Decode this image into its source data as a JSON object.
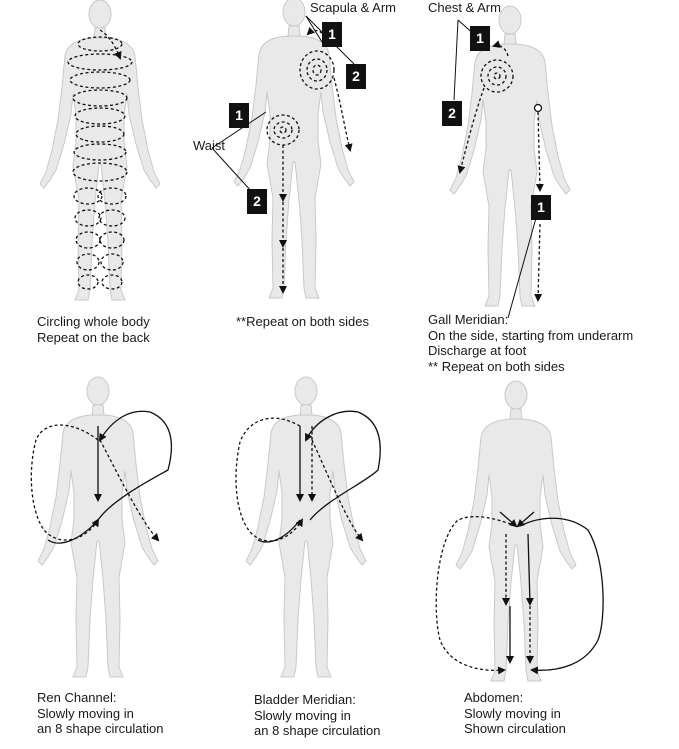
{
  "panels": [
    {
      "id": "whole-body",
      "caption": "Circling whole body\nRepeat on the back"
    },
    {
      "id": "back-scapula-waist",
      "caption": "**Repeat on both sides",
      "labels": {
        "scapula": "Scapula & Arm",
        "waist": "Waist"
      },
      "badges": [
        "1",
        "2",
        "1",
        "2"
      ]
    },
    {
      "id": "front-chest-gall",
      "caption": "Gall Meridian:\nOn the side, starting from underarm\nDischarge at foot\n** Repeat on both sides",
      "labels": {
        "chest": "Chest & Arm"
      },
      "badges": [
        "1",
        "2",
        "1"
      ]
    },
    {
      "id": "ren-channel",
      "caption": "Ren Channel:\nSlowly moving in\nan 8 shape circulation"
    },
    {
      "id": "bladder-meridian",
      "caption": "Bladder Meridian:\nSlowly moving in\nan 8 shape circulation"
    },
    {
      "id": "abdomen",
      "caption": "Abdomen:\nSlowly moving in\nShown circulation"
    }
  ],
  "colors": {
    "body_fill": "#e9e9e9",
    "body_stroke": "#c9c9c9",
    "line": "#111111",
    "badge": "#111111"
  }
}
